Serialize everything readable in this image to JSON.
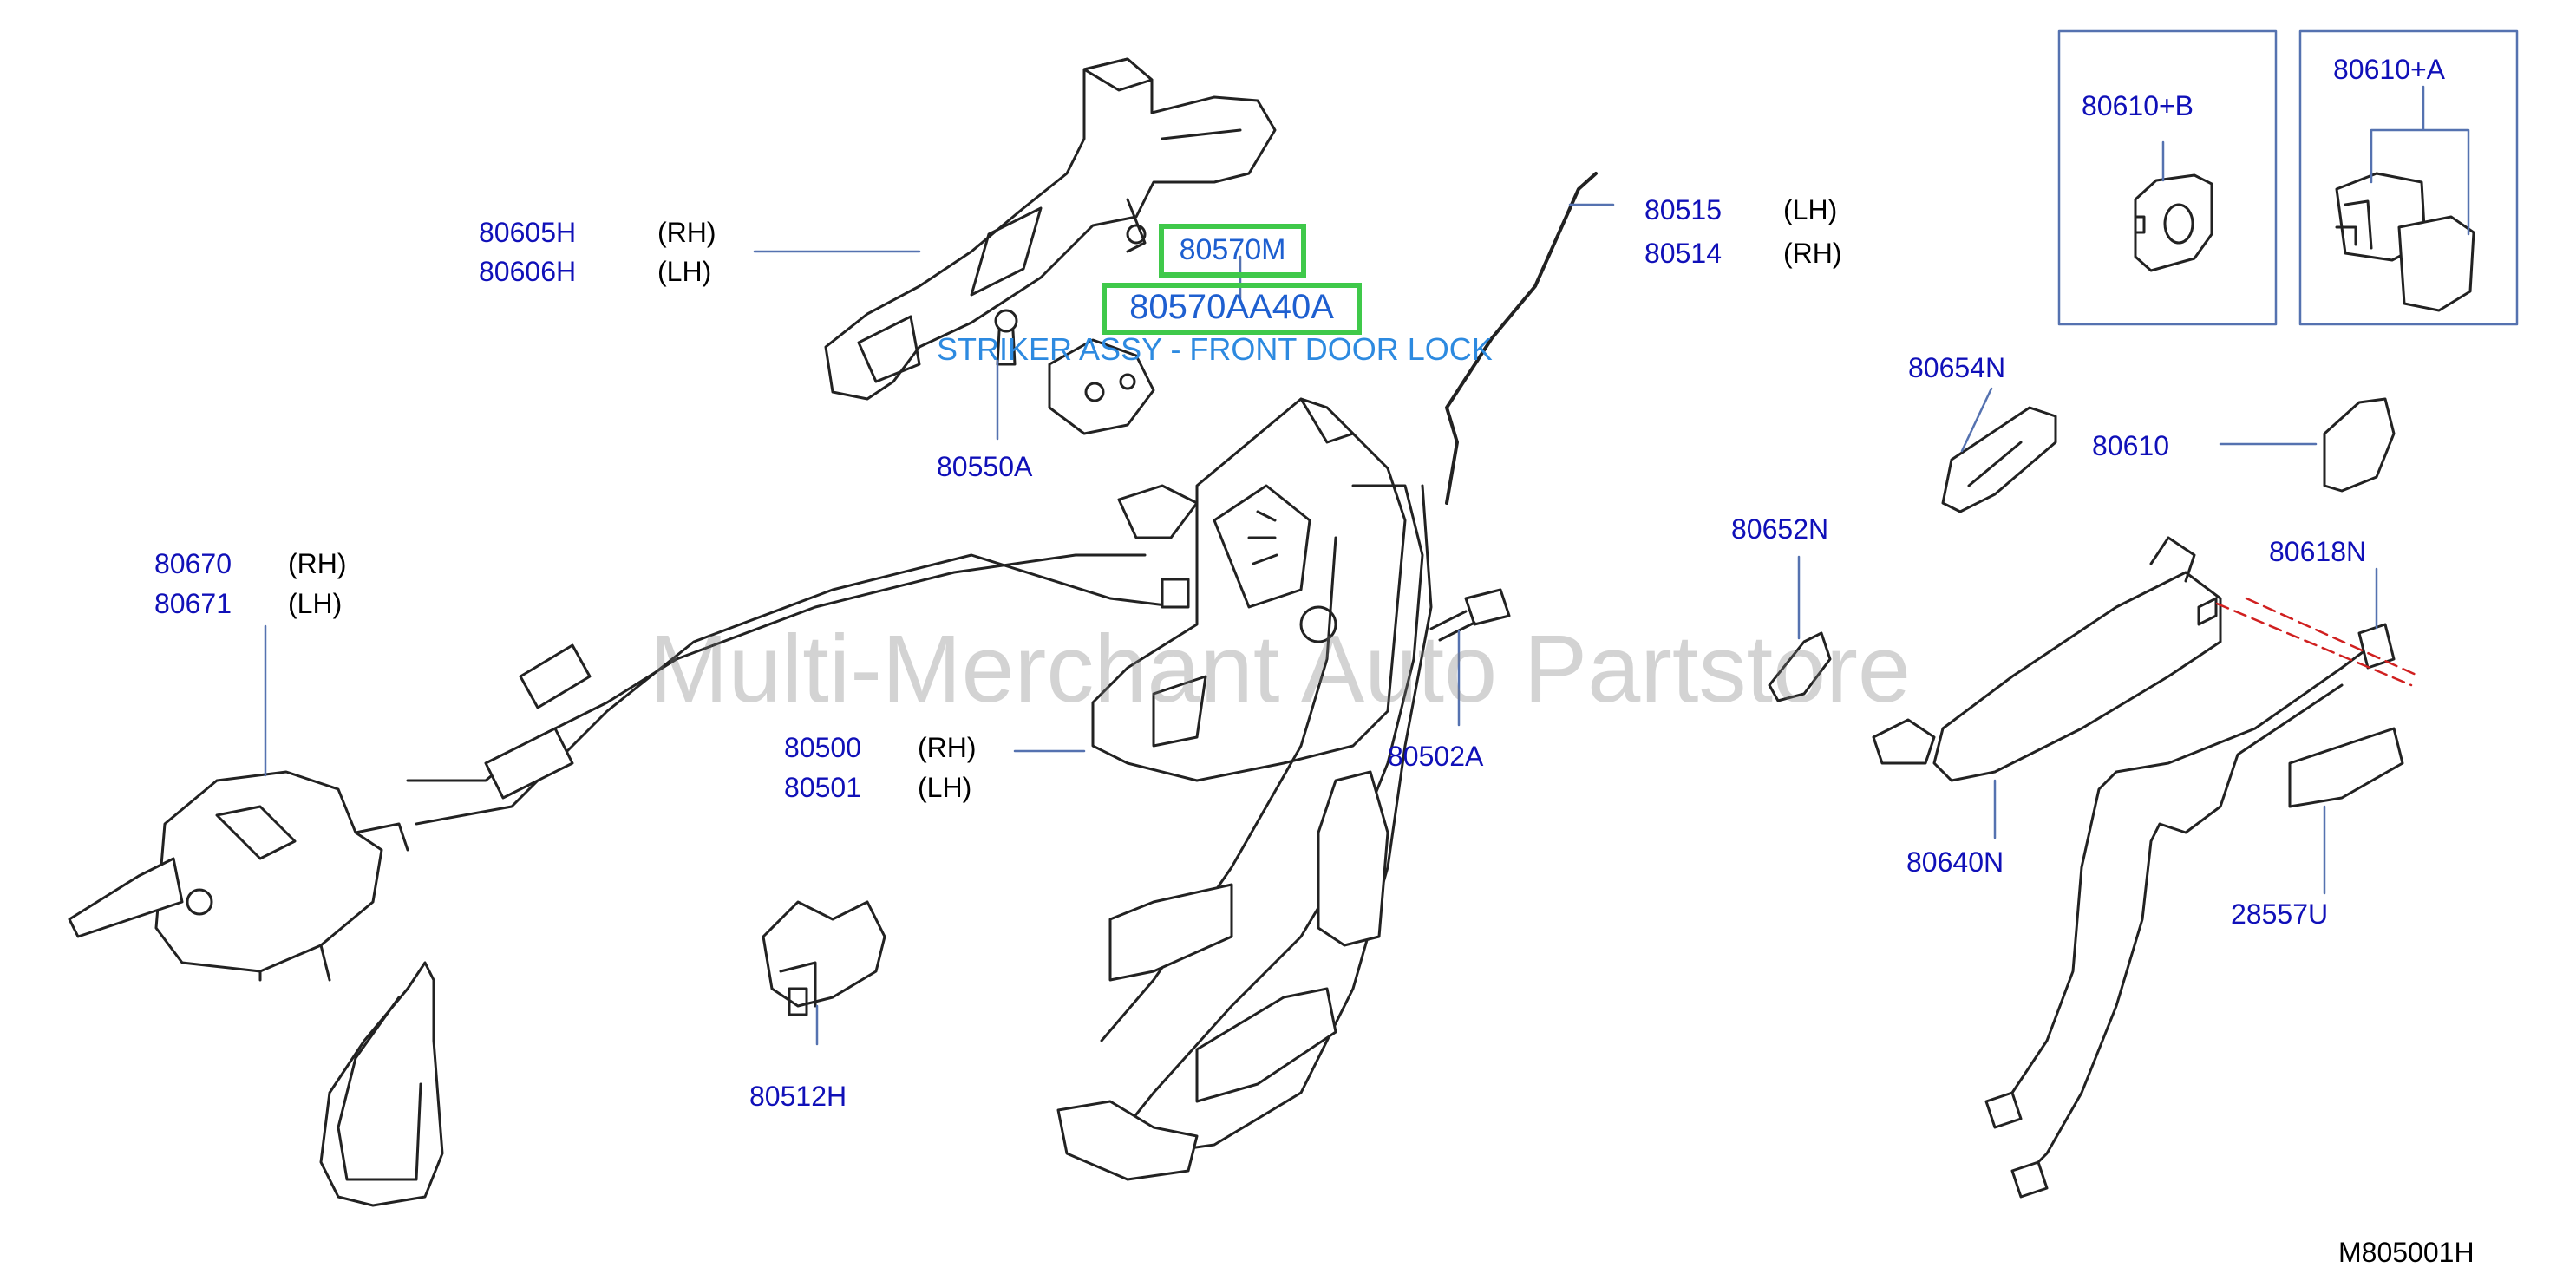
{
  "diagram": {
    "figure_code": "M805001H",
    "watermark": "Multi-Merchant Auto Partstore",
    "callout": "STRIKER ASSY - FRONT DOOR LOCK",
    "highlighted": {
      "label_top": "80570M",
      "label_bottom": "80570AA40A"
    },
    "labels": [
      {
        "id": "80605h",
        "pn": "80605H",
        "side": "(RH)"
      },
      {
        "id": "80606h",
        "pn": "80606H",
        "side": "(LH)"
      },
      {
        "id": "80550a",
        "pn": "80550A"
      },
      {
        "id": "80515",
        "pn": "80515",
        "side": "(LH)"
      },
      {
        "id": "80514",
        "pn": "80514",
        "side": "(RH)"
      },
      {
        "id": "80610b",
        "pn": "80610+B"
      },
      {
        "id": "80610a",
        "pn": "80610+A"
      },
      {
        "id": "80654n",
        "pn": "80654N"
      },
      {
        "id": "80610",
        "pn": "80610"
      },
      {
        "id": "80652n",
        "pn": "80652N"
      },
      {
        "id": "80618n",
        "pn": "80618N"
      },
      {
        "id": "80670",
        "pn": "80670",
        "side": "(RH)"
      },
      {
        "id": "80671",
        "pn": "80671",
        "side": "(LH)"
      },
      {
        "id": "80500",
        "pn": "80500",
        "side": "(RH)"
      },
      {
        "id": "80501",
        "pn": "80501",
        "side": "(LH)"
      },
      {
        "id": "80502a",
        "pn": "80502A"
      },
      {
        "id": "80640n",
        "pn": "80640N"
      },
      {
        "id": "28557u",
        "pn": "28557U"
      },
      {
        "id": "80512h",
        "pn": "80512H"
      }
    ]
  }
}
